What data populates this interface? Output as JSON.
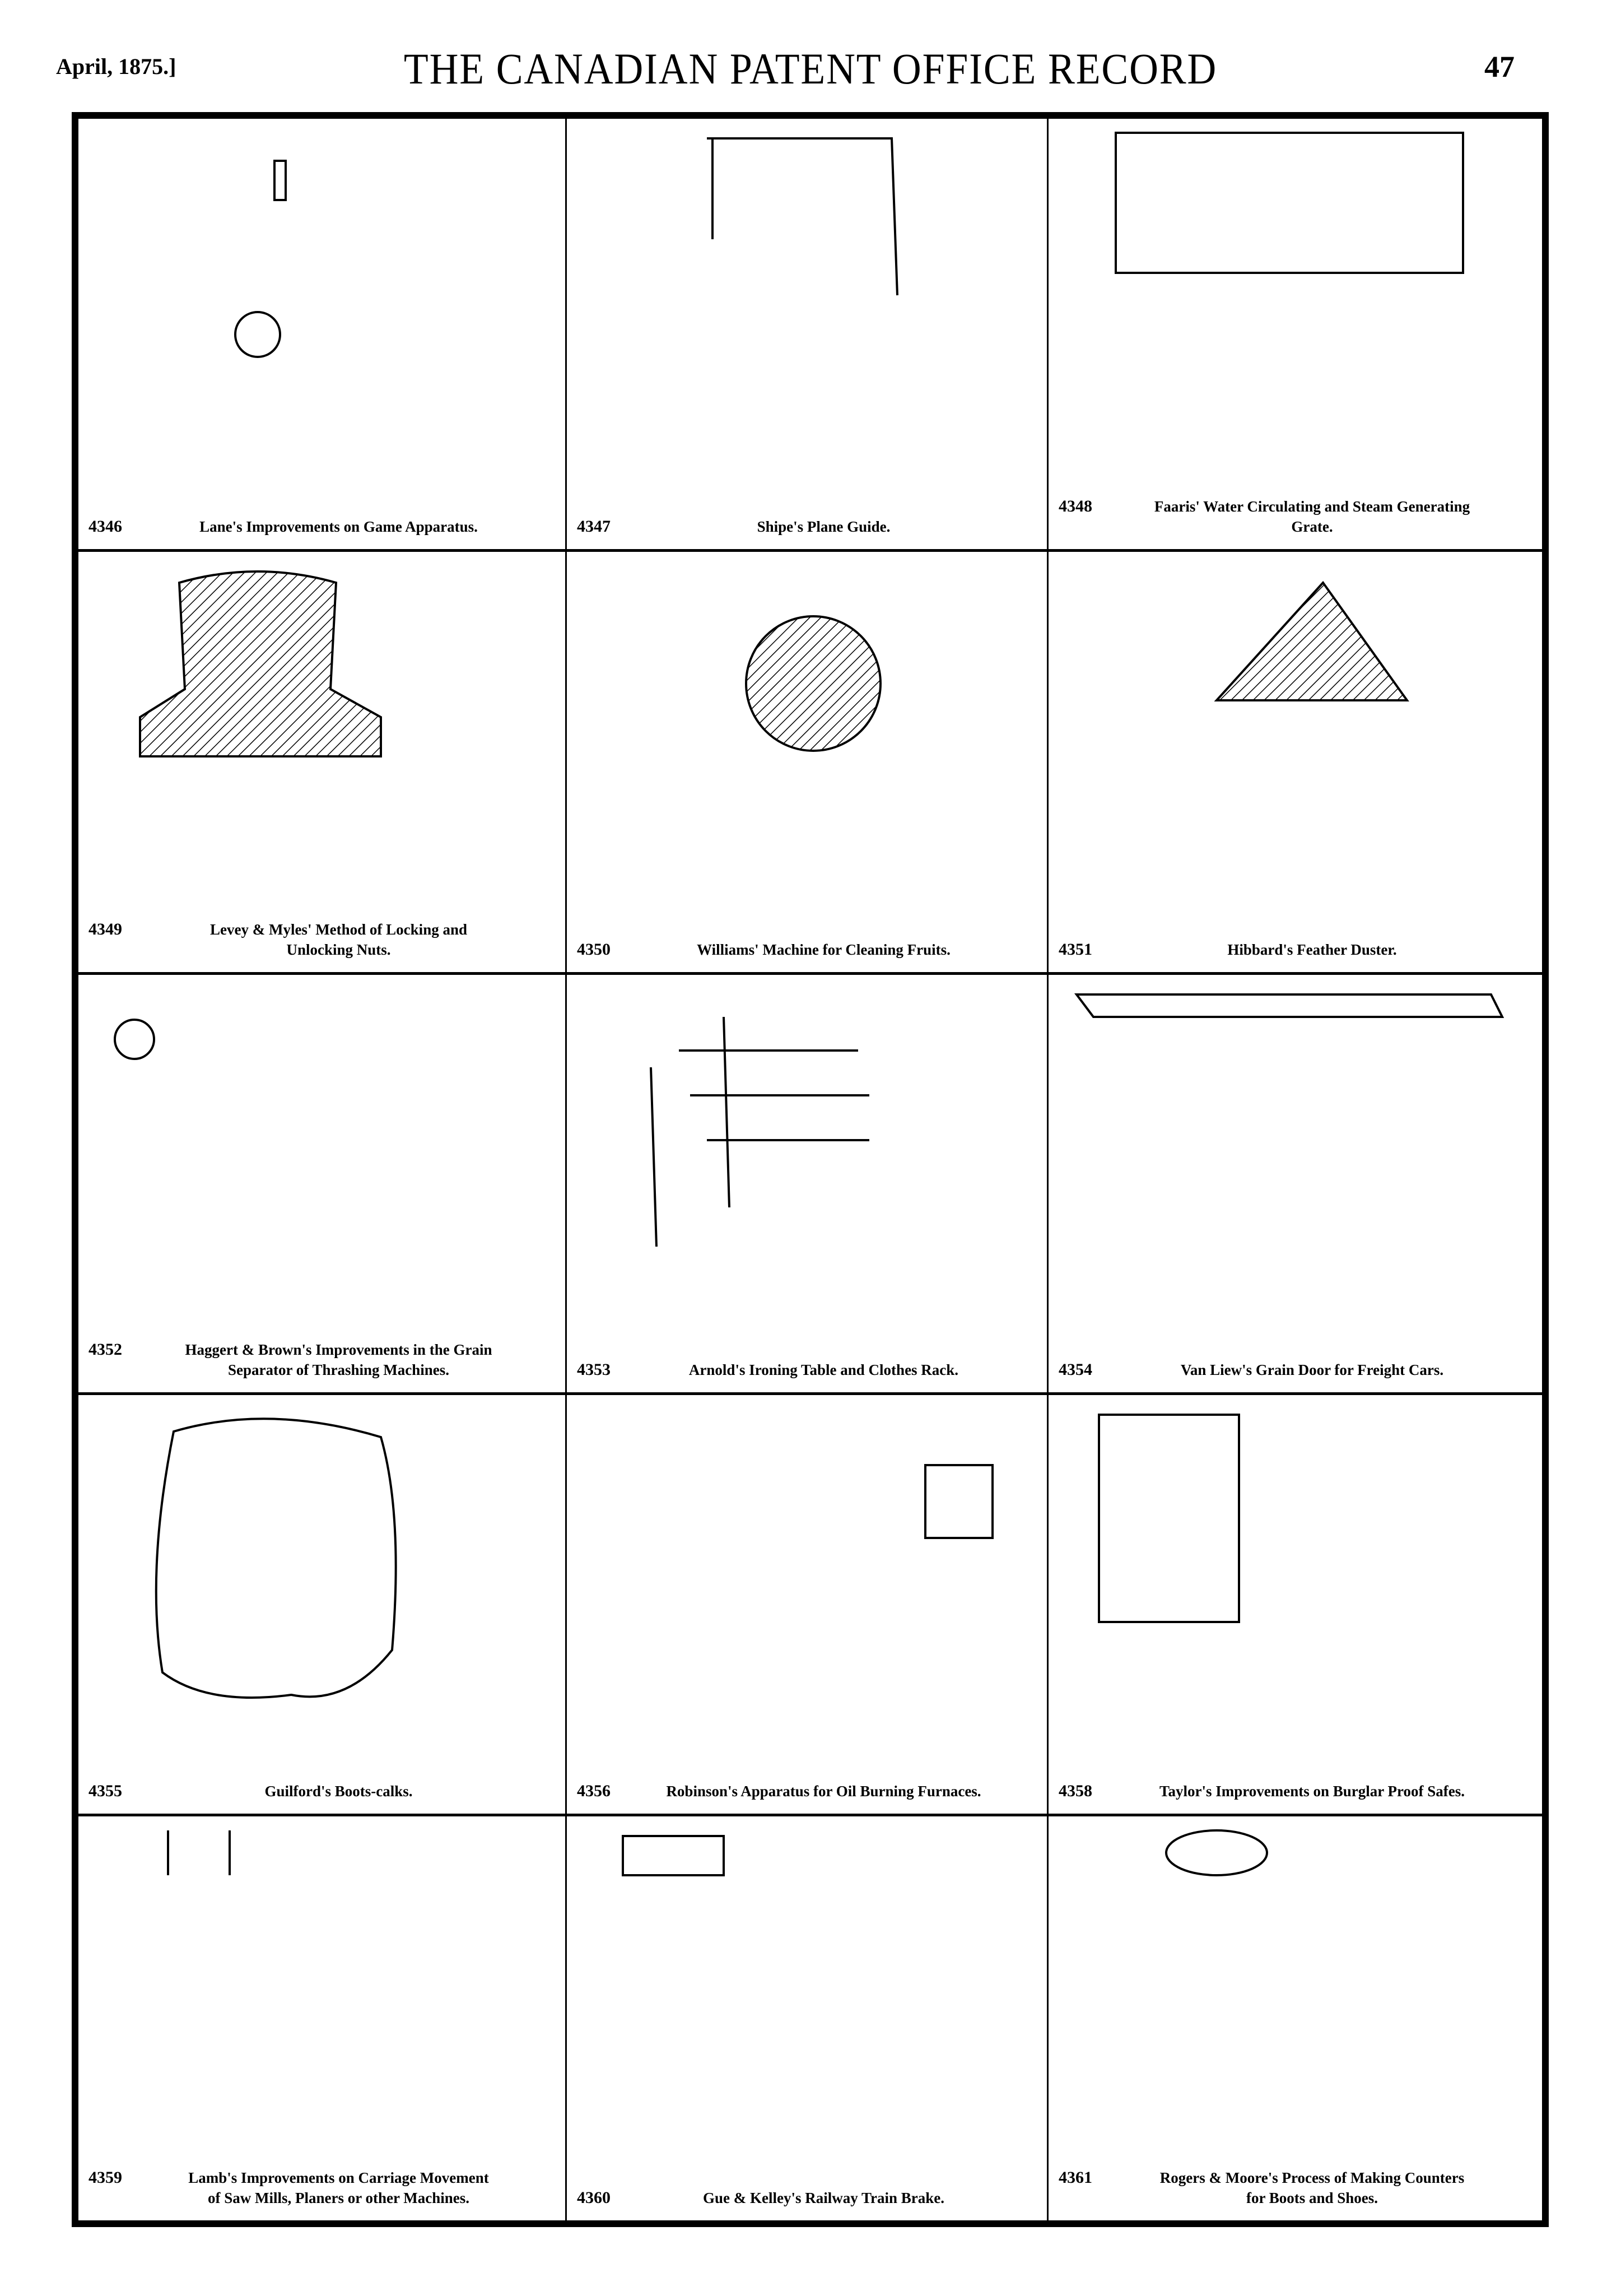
{
  "header": {
    "date": "April, 1875.]",
    "title": "THE CANADIAN PATENT OFFICE RECORD",
    "page_number": "47"
  },
  "entries": [
    {
      "number": "4346",
      "lines": [
        "Lane's Improvements on Game Apparatus."
      ]
    },
    {
      "number": "4347",
      "lines": [
        "Shipe's Plane Guide."
      ]
    },
    {
      "number": "4348",
      "lines": [
        "Faaris' Water Circulating and Steam Generating",
        "Grate."
      ]
    },
    {
      "number": "4349",
      "lines": [
        "Levey & Myles' Method of Locking and",
        "Unlocking Nuts."
      ]
    },
    {
      "number": "4350",
      "lines": [
        "Williams' Machine for Cleaning Fruits."
      ]
    },
    {
      "number": "4351",
      "lines": [
        "Hibbard's Feather Duster."
      ]
    },
    {
      "number": "4352",
      "lines": [
        "Haggert & Brown's Improvements in the Grain",
        "Separator of Thrashing Machines."
      ]
    },
    {
      "number": "4353",
      "lines": [
        "Arnold's Ironing Table and Clothes Rack."
      ]
    },
    {
      "number": "4354",
      "lines": [
        "Van Liew's Grain Door for Freight Cars."
      ]
    },
    {
      "number": "4355",
      "lines": [
        "Guilford's Boots-calks."
      ]
    },
    {
      "number": "4356",
      "lines": [
        "Robinson's Apparatus for Oil Burning Furnaces."
      ]
    },
    {
      "number": "4358",
      "lines": [
        "Taylor's Improvements on Burglar Proof Safes."
      ]
    },
    {
      "number": "4359",
      "lines": [
        "Lamb's Improvements on Carriage Movement",
        "of Saw Mills, Planers or other Machines."
      ]
    },
    {
      "number": "4360",
      "lines": [
        "Gue & Kelley's Railway Train Brake."
      ]
    },
    {
      "number": "4361",
      "lines": [
        "Rogers & Moore's Process of Making Counters",
        "for Boots and Shoes."
      ]
    }
  ]
}
